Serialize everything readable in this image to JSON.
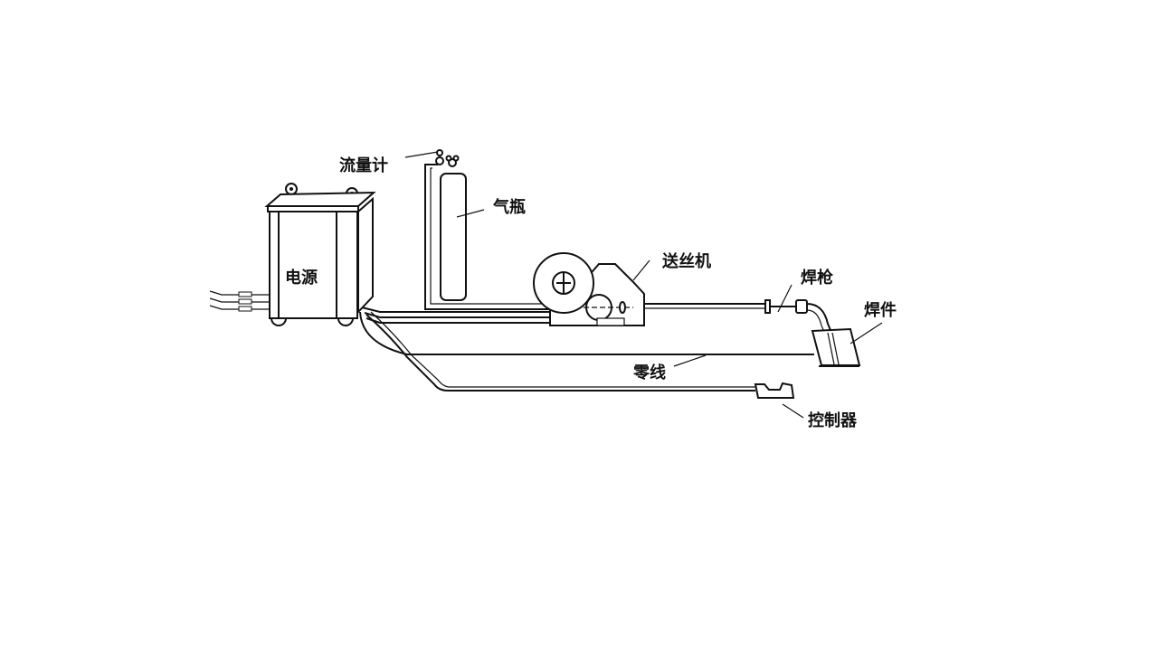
{
  "diagram": {
    "type": "welding equipment schematic",
    "labels": {
      "power_supply": "电源",
      "flow_meter": "流量计",
      "gas_cylinder": "气瓶",
      "wire_feeder": "送丝机",
      "welding_gun": "焊枪",
      "workpiece": "焊件",
      "ground_wire": "零线",
      "controller": "控制器"
    },
    "colors": {
      "line": "#111111",
      "background": "#ffffff"
    }
  }
}
